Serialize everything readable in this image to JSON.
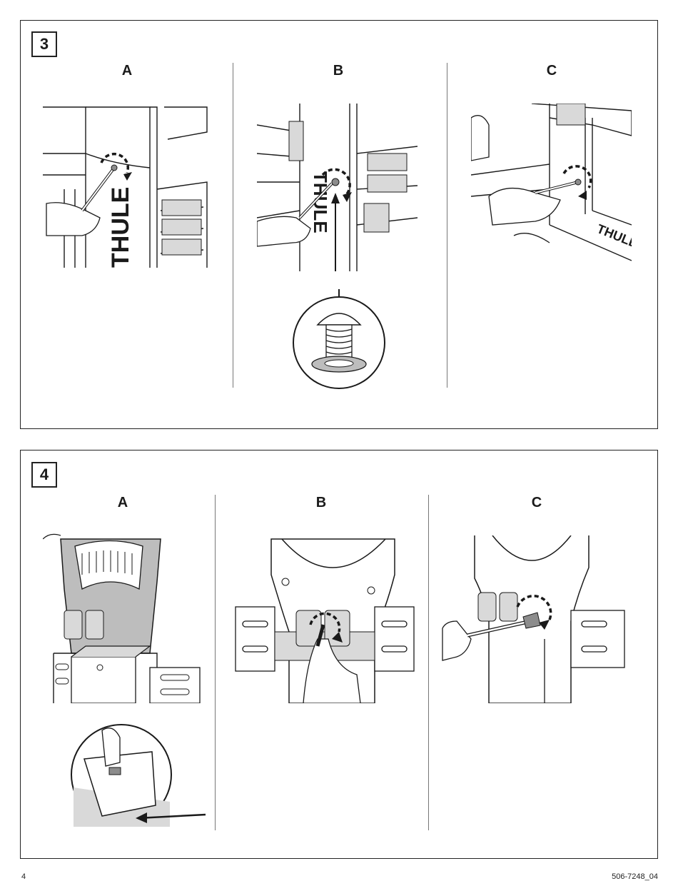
{
  "step3": {
    "number": "3",
    "panels": [
      {
        "label": "A",
        "brand_text": "THULE"
      },
      {
        "label": "B",
        "brand_text": "THULE"
      },
      {
        "label": "C",
        "brand_text": "THULE"
      }
    ]
  },
  "step4": {
    "number": "4",
    "panels": [
      {
        "label": "A"
      },
      {
        "label": "B"
      },
      {
        "label": "C"
      }
    ]
  },
  "footer": {
    "page_number": "4",
    "doc_code": "506-7248_04"
  },
  "colors": {
    "line": "#1a1a1a",
    "shade_light": "#d9d9d9",
    "shade_mid": "#bdbdbd",
    "shade_dark": "#8c8c8c"
  }
}
